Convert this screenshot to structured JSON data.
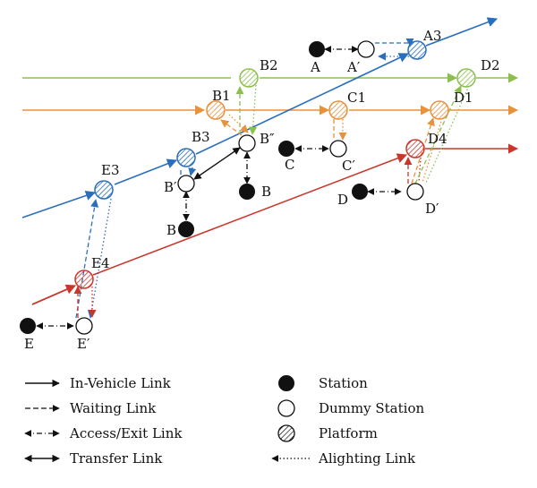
{
  "colors": {
    "blue": "#2a6fbb",
    "green": "#8cbf4d",
    "orange": "#e8923b",
    "red": "#c9372c",
    "black": "#111111"
  },
  "node_labels": {
    "A": "A",
    "A_prime": "A′",
    "A3": "A3",
    "B2": "B2",
    "B1": "B1",
    "B3": "B3",
    "B_prime": "B′",
    "B_dprime": "B″",
    "B_right": "B",
    "B_left": "B",
    "C": "C",
    "C_prime": "C′",
    "C1": "C1",
    "D": "D",
    "D_prime": "D′",
    "D1": "D1",
    "D2": "D2",
    "D4": "D4",
    "E": "E",
    "E_prime": "E′",
    "E3": "E3",
    "E4": "E4"
  },
  "legend": {
    "in_vehicle": "In-Vehicle Link",
    "waiting": "Waiting Link",
    "access_exit": "Access/Exit Link",
    "transfer": "Transfer Link",
    "station": "Station",
    "dummy_station": "Dummy Station",
    "platform": "Platform",
    "alighting": "Alighting Link"
  }
}
